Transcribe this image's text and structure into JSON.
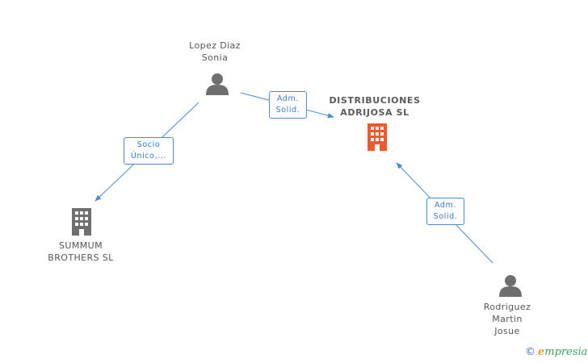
{
  "colors": {
    "edge": "#4a8ad6",
    "person_icon": "#6f6f6f",
    "company_icon": "#6f6f6f",
    "main_company_icon": "#f05a28"
  },
  "nodes": {
    "lopez": {
      "line1": "Lopez Diaz",
      "line2": "Sonia",
      "icon": "person-icon"
    },
    "distribuciones": {
      "line1": "DISTRIBUCIONES",
      "line2": "ADRIJOSA SL",
      "icon": "building-icon"
    },
    "summum": {
      "line1": "SUMMUM",
      "line2": "BROTHERS SL",
      "icon": "building-icon"
    },
    "rodriguez": {
      "line1": "Rodriguez",
      "line2": "Martin",
      "line3": "Josue",
      "icon": "person-icon"
    }
  },
  "edges": {
    "lopez_to_distribuciones": {
      "line1": "Adm.",
      "line2": "Solid."
    },
    "lopez_to_summum": {
      "line1": "Socio",
      "line2": "Único,..."
    },
    "rodriguez_to_distribuciones": {
      "line1": "Adm.",
      "line2": "Solid."
    }
  },
  "brand": {
    "copyright": "©",
    "e": "e",
    "rest": "mpresia"
  }
}
